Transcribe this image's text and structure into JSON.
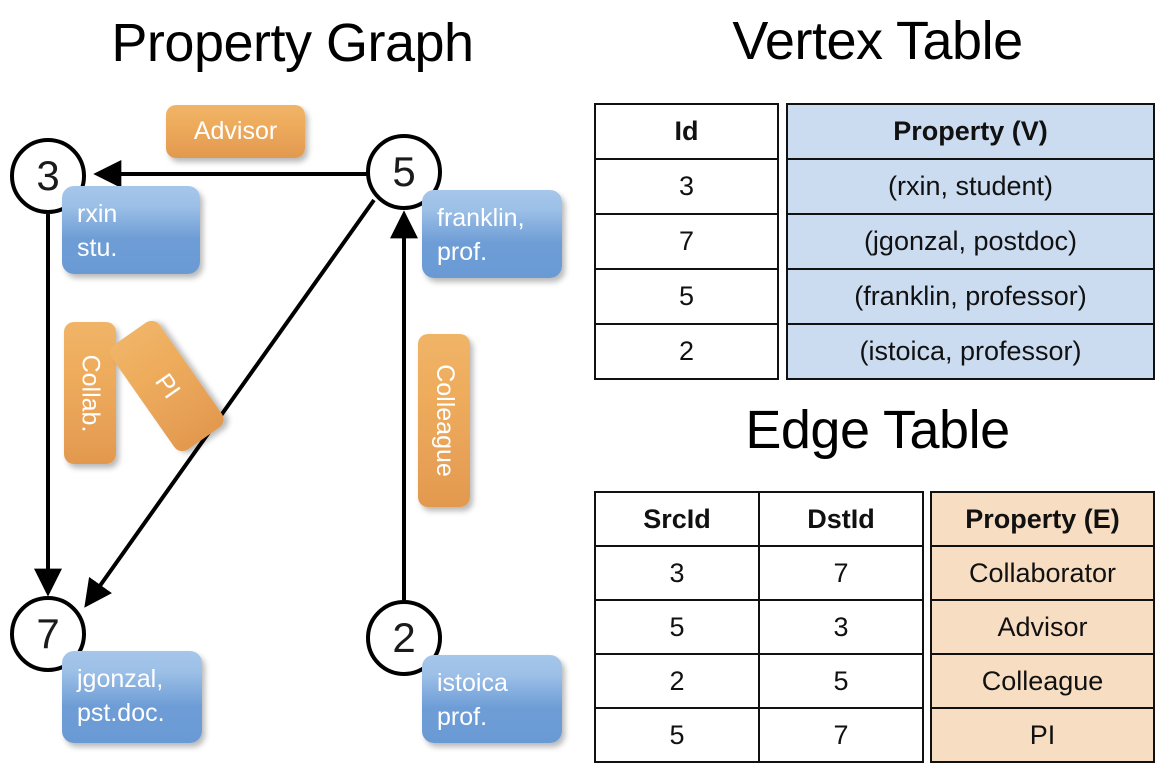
{
  "titles": {
    "property_graph": "Property Graph",
    "vertex_table": "Vertex Table",
    "edge_table": "Edge Table"
  },
  "graph": {
    "nodes": [
      {
        "id": "3",
        "label": "3",
        "property_line1": "rxin",
        "property_line2": "stu."
      },
      {
        "id": "5",
        "label": "5",
        "property_line1": "franklin,",
        "property_line2": "prof."
      },
      {
        "id": "7",
        "label": "7",
        "property_line1": "jgonzal,",
        "property_line2": "pst.doc."
      },
      {
        "id": "2",
        "label": "2",
        "property_line1": "istoica",
        "property_line2": "prof."
      }
    ],
    "edge_labels": [
      {
        "name": "advisor",
        "text": "Advisor"
      },
      {
        "name": "collab",
        "text": "Collab."
      },
      {
        "name": "pi",
        "text": "PI"
      },
      {
        "name": "colleague",
        "text": "Colleague"
      }
    ]
  },
  "vertex_table": {
    "headers": [
      "Id",
      "Property (V)"
    ],
    "rows": [
      {
        "id": "3",
        "property": "(rxin, student)"
      },
      {
        "id": "7",
        "property": "(jgonzal, postdoc)"
      },
      {
        "id": "5",
        "property": "(franklin, professor)"
      },
      {
        "id": "2",
        "property": "(istoica, professor)"
      }
    ]
  },
  "edge_table": {
    "headers": [
      "SrcId",
      "DstId",
      "Property (E)"
    ],
    "rows": [
      {
        "src": "3",
        "dst": "7",
        "property": "Collaborator"
      },
      {
        "src": "5",
        "dst": "3",
        "property": "Advisor"
      },
      {
        "src": "2",
        "dst": "5",
        "property": "Colleague"
      },
      {
        "src": "5",
        "dst": "7",
        "property": "PI"
      }
    ]
  },
  "colors": {
    "vertex_property_fill": "#ccdcf0",
    "edge_property_fill": "#f7ddc2",
    "node_callout_blue": "#6e9dd6",
    "edge_label_orange": "#eeac5c",
    "stroke": "#111111"
  }
}
